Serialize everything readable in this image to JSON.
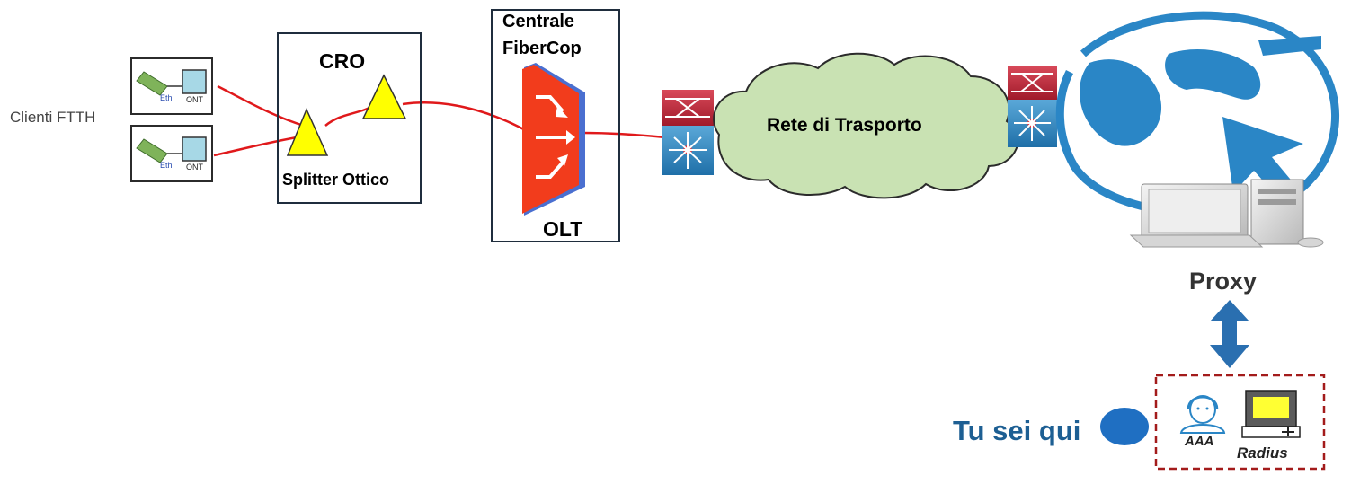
{
  "clients": {
    "label": "Clienti FTTH",
    "ont_port_label": "Eth",
    "ont_label": "ONT"
  },
  "cro": {
    "title": "CRO",
    "splitter_label": "Splitter Ottico"
  },
  "central": {
    "title_line1": "Centrale",
    "title_line2": "FiberCop",
    "olt_label": "OLT"
  },
  "network": {
    "label": "Rete di Trasporto"
  },
  "proxy": {
    "label": "Proxy"
  },
  "location": {
    "label": "Tu sei qui"
  },
  "aaa_box": {
    "aaa_label": "AAA",
    "radius_label": "Radius"
  },
  "colors": {
    "fiber": "#e0191b",
    "splitter": "#ffff00",
    "olt": "#f23c1c",
    "cloud": "#c9e2b3",
    "blue_accent": "#2a6fb0",
    "dashed_box": "#a31b1b"
  }
}
